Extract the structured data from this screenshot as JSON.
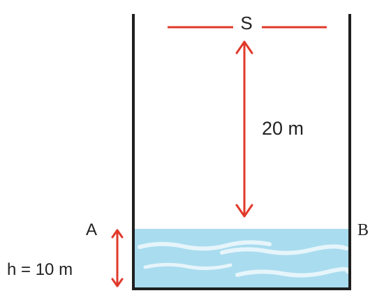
{
  "labels": {
    "source": "S",
    "distance": "20 m",
    "point_a": "A",
    "point_b": "B",
    "depth": "h = 10 m"
  },
  "colors": {
    "wall": "#1f1f1f",
    "arrow": "#e0392b",
    "water": "#a9dcef",
    "water_wave": "#e6f5fb",
    "text": "#222222"
  }
}
